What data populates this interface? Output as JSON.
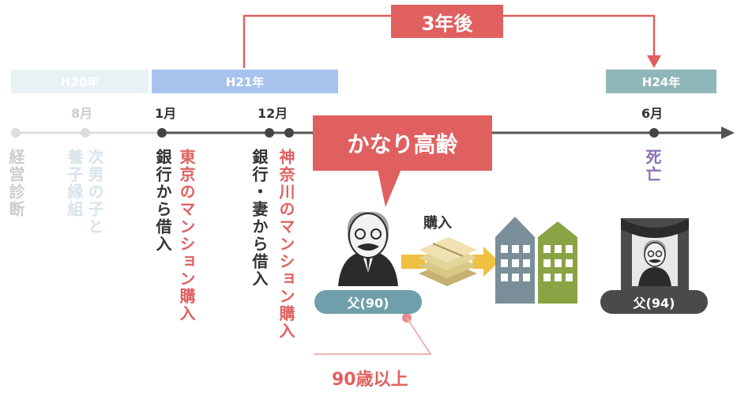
{
  "top_bracket": {
    "label": "3年後",
    "color": "#e06060"
  },
  "years": [
    {
      "label": "H20年",
      "color": "#e8f1f4"
    },
    {
      "label": "H21年",
      "color": "#a7c3ed"
    },
    {
      "label": "H24年",
      "color": "#8fb6b8"
    }
  ],
  "months": [
    "8月",
    "1月",
    "12月",
    "6月"
  ],
  "events": [
    {
      "text": "経営診断",
      "color": "#cccccc"
    },
    {
      "text": "次男の子と",
      "color": "#d8e4ea"
    },
    {
      "text": "養子縁組",
      "color": "#d8e4ea"
    },
    {
      "text": "銀行から借入",
      "color": "#333333"
    },
    {
      "text": "東京のマンション購入",
      "color": "#e06060"
    },
    {
      "text": "銀行・妻から借入",
      "color": "#333333"
    },
    {
      "text": "神奈川のマンション購入",
      "color": "#e06060"
    },
    {
      "text": "死亡",
      "color": "#8a72b5"
    }
  ],
  "callout": {
    "text": "かなり高齢",
    "color": "#e06060"
  },
  "purchase_label": "購入",
  "father_pill_1": {
    "text": "父(90)",
    "color": "#6f9faa"
  },
  "father_pill_2": {
    "text": "父(94)",
    "color": "#4a4a4a"
  },
  "age_note": {
    "text": "90歳以上",
    "color": "#e06060"
  }
}
